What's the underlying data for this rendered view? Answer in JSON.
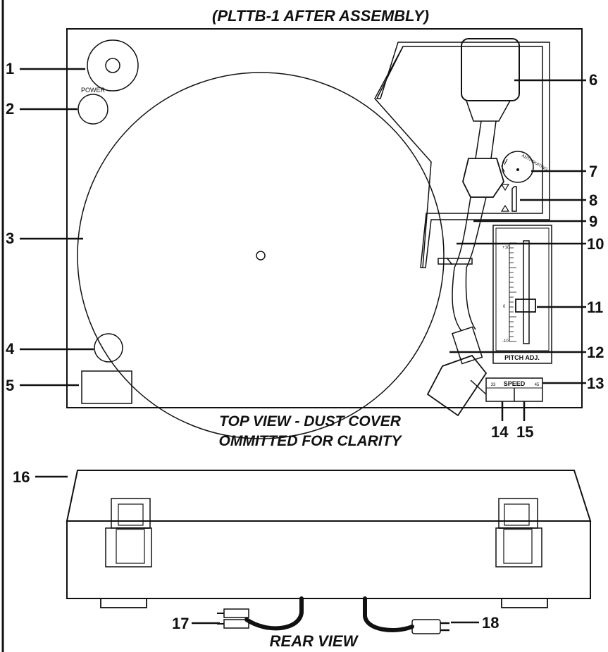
{
  "title": "(PLTTB-1 AFTER ASSEMBLY)",
  "top_caption": [
    "TOP VIEW - DUST COVER",
    "OMMITTED FOR CLARITY"
  ],
  "rear_caption": "REAR VIEW",
  "panel_text": {
    "power": "POWER",
    "anti_skating": "ANTI-SKATING",
    "pitch_adj": "PITCH ADJ.",
    "pitch_plus": "+10",
    "pitch_zero": "0",
    "pitch_minus": "-10",
    "speed": "SPEED",
    "speed_33": "33",
    "speed_45": "45"
  },
  "callouts": {
    "c1": "1",
    "c2": "2",
    "c3": "3",
    "c4": "4",
    "c5": "5",
    "c6": "6",
    "c7": "7",
    "c8": "8",
    "c9": "9",
    "c10": "10",
    "c11": "11",
    "c12": "12",
    "c13": "13",
    "c14": "14",
    "c15": "15",
    "c16": "16",
    "c17": "17",
    "c18": "18"
  }
}
